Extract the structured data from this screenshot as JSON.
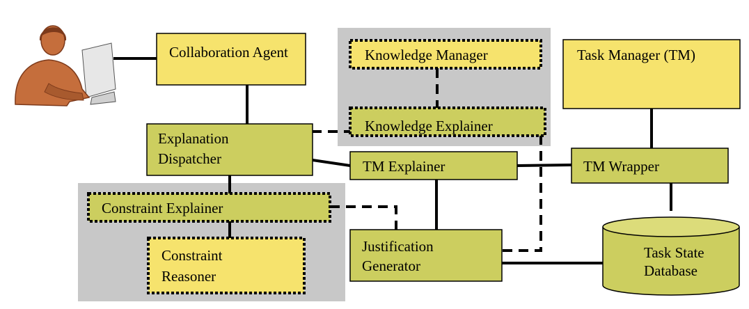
{
  "colors": {
    "light_box": "#f6e36d",
    "dark_box": "#ccce5f",
    "group_background": "#c8c8c8",
    "line": "#000000",
    "person_skin": "#c56e3c",
    "person_dark": "#7d3a1b",
    "computer": "#e7e7e7"
  },
  "icons": {
    "user": "person-at-computer-icon"
  },
  "components": {
    "collaboration_agent": "Collaboration Agent",
    "knowledge_manager": "Knowledge Manager",
    "task_manager": "Task Manager (TM)",
    "knowledge_explainer": "Knowledge Explainer",
    "explanation_dispatcher_line1": "Explanation",
    "explanation_dispatcher_line2": "Dispatcher",
    "tm_explainer": "TM Explainer",
    "tm_wrapper": "TM Wrapper",
    "constraint_explainer": "Constraint Explainer",
    "justification_generator_line1": "Justification",
    "justification_generator_line2": "Generator",
    "task_state_database_line1": "Task State",
    "task_state_database_line2": "Database",
    "constraint_reasoner_line1": "Constraint",
    "constraint_reasoner_line2": "Reasoner"
  }
}
